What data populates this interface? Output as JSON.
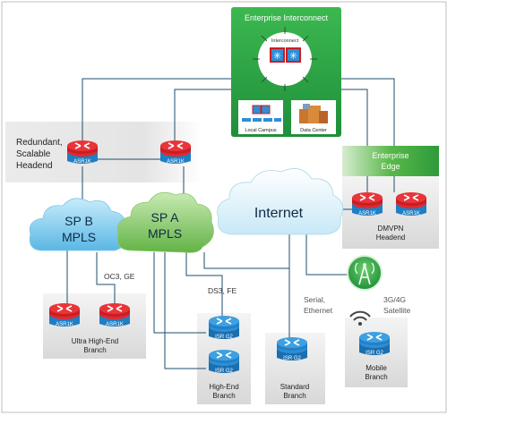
{
  "enterprise_interconnect": {
    "title": "Enterprise Interconnect",
    "interconnect_label": "Interconnect",
    "local_campus_label": "Local Campus",
    "data_center_label": "Data Center"
  },
  "enterprise_edge": {
    "title_line1": "Enterprise",
    "title_line2": "Edge"
  },
  "redundant_headend": {
    "line1": "Redundant,",
    "line2": "Scalable",
    "line3": "Headend"
  },
  "router_label_asr": "ASR1K",
  "router_label_isr": "ISR G2",
  "clouds": {
    "sp_b_line1": "SP B",
    "sp_b_line2": "MPLS",
    "sp_a_line1": "SP A",
    "sp_a_line2": "MPLS",
    "internet": "Internet"
  },
  "dmvpn": {
    "line1": "DMVPN",
    "line2": "Headend"
  },
  "links": {
    "oc3": "OC3, GE",
    "ds3": "DS3, FE",
    "serial_line1": "Serial,",
    "serial_line2": "Ethernet",
    "wireless_line1": "3G/4G",
    "wireless_line2": "Satellite"
  },
  "branches": {
    "ultra_line1": "Ultra High-End",
    "ultra_line2": "Branch",
    "high_end_line1": "High-End",
    "high_end_line2": "Branch",
    "standard_line1": "Standard",
    "standard_line2": "Branch",
    "mobile_line1": "Mobile",
    "mobile_line2": "Branch"
  },
  "colors": {
    "interconnect_green": "#2ea84a",
    "router_red": "#d8202a",
    "router_blue": "#1f7fc4",
    "cloud_blue": "#8fd0ef",
    "cloud_green": "#8fcd6a",
    "line_color": "#1e4e6e"
  }
}
